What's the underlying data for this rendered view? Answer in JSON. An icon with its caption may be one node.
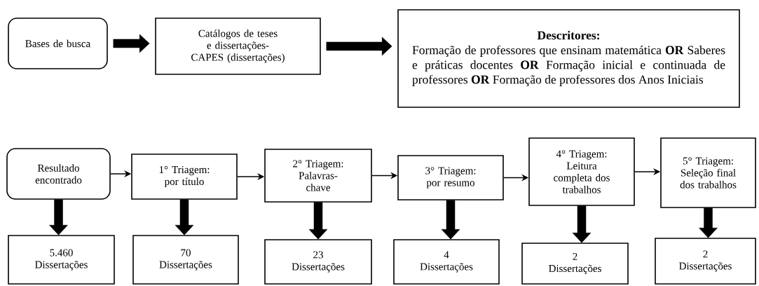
{
  "diagram": {
    "nodes": [
      {
        "text": [
          "Bases de busca"
        ]
      },
      {
        "text": [
          "Catálogos de teses e dissertações-CAPES (dissertações)"
        ]
      },
      {
        "text": [
          "Descritores:",
          "Formação de professores que ensinam matemática **OR** Saberes e práticas docentes **OR** Formação inicial e continuada de professores **OR** Formação de professores dos Anos Iniciais"
        ]
      },
      {
        "text": [
          "Resultado encontrado"
        ]
      },
      {
        "text": [
          "1° Triagem: por título"
        ]
      },
      {
        "text": [
          "2° Triagem: Palavras-chave"
        ]
      },
      {
        "text": [
          "3° Triagem: por resumo"
        ]
      },
      {
        "text": [
          "4° Triagem: Leitura completa dos trabalhos"
        ]
      },
      {
        "text": [
          "5° Triagem: Seleção final dos trabalhos"
        ]
      },
      {
        "text": [
          "5.460 Dissertações"
        ]
      },
      {
        "text": [
          "70 Dissertações"
        ]
      },
      {
        "text": [
          "23 Dissertações"
        ]
      },
      {
        "text": [
          "4 Dissertações"
        ]
      },
      {
        "text": [
          "2 Dissertações"
        ]
      },
      {
        "text": [
          "2 Dissertações"
        ]
      }
    ],
    "edges": [
      {
        "from": 0,
        "to": 1,
        "arrow": "to",
        "style": "thick"
      },
      {
        "from": 1,
        "to": 2,
        "arrow": "to",
        "style": "thick"
      },
      {
        "from": 3,
        "to": 4,
        "arrow": "to"
      },
      {
        "from": 4,
        "to": 5,
        "arrow": "to"
      },
      {
        "from": 5,
        "to": 6,
        "arrow": "to"
      },
      {
        "from": 6,
        "to": 7,
        "arrow": "to"
      },
      {
        "from": 7,
        "to": 8,
        "arrow": "to"
      },
      {
        "from": 3,
        "to": 9,
        "arrow": "to",
        "style": "thick"
      },
      {
        "from": 4,
        "to": 10,
        "arrow": "to",
        "style": "thick"
      },
      {
        "from": 5,
        "to": 11,
        "arrow": "to",
        "style": "thick"
      },
      {
        "from": 6,
        "to": 12,
        "arrow": "to",
        "style": "thick"
      },
      {
        "from": 7,
        "to": 13,
        "arrow": "to",
        "style": "thick"
      },
      {
        "from": 8,
        "to": 14,
        "arrow": "to",
        "style": "thick"
      }
    ]
  }
}
